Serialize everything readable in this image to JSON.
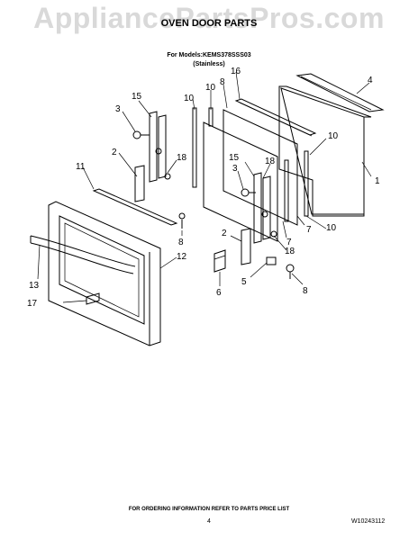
{
  "watermark": "AppliancePartsPros.com",
  "header": {
    "title": "OVEN DOOR PARTS",
    "models_line": "For Models:KEMS378SSS03",
    "finish_line": "(Stainless)"
  },
  "callouts": {
    "c1": "1",
    "c2": "2",
    "c2b": "2",
    "c3": "3",
    "c3b": "3",
    "c4": "4",
    "c5": "5",
    "c6": "6",
    "c7": "7",
    "c7b": "7",
    "c8": "8",
    "c8b": "8",
    "c8c": "8",
    "c10": "10",
    "c10b": "10",
    "c10c": "10",
    "c10d": "10",
    "c11": "11",
    "c12": "12",
    "c13": "13",
    "c15": "15",
    "c15b": "15",
    "c16": "16",
    "c17": "17",
    "c18": "18",
    "c18b": "18",
    "c18c": "18"
  },
  "footer": {
    "note": "FOR ORDERING INFORMATION REFER TO PARTS PRICE LIST",
    "page": "4",
    "doc_number": "W10243112"
  }
}
